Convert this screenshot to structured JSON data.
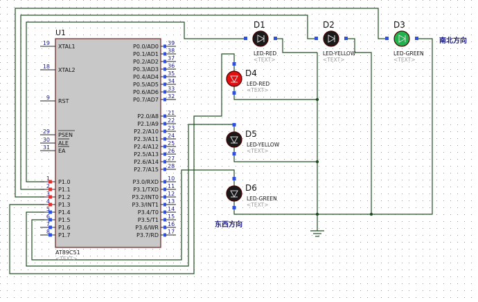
{
  "chip": {
    "ref": "U1",
    "part": "AT89C51",
    "text": "<TEXT>",
    "left_pins": [
      {
        "num": "19",
        "name": "XTAL1"
      },
      {
        "num": "18",
        "name": "XTAL2"
      },
      {
        "num": "9",
        "name": "RST"
      },
      {
        "num": "29",
        "name": "PSEN"
      },
      {
        "num": "30",
        "name": "ALE"
      },
      {
        "num": "31",
        "name": "EA"
      },
      {
        "num": "1",
        "name": "P1.0"
      },
      {
        "num": "2",
        "name": "P1.1"
      },
      {
        "num": "3",
        "name": "P1.2"
      },
      {
        "num": "4",
        "name": "P1.3"
      },
      {
        "num": "5",
        "name": "P1.4"
      },
      {
        "num": "6",
        "name": "P1.5"
      },
      {
        "num": "7",
        "name": "P1.6"
      },
      {
        "num": "8",
        "name": "P1.7"
      }
    ],
    "right_pins": [
      {
        "num": "39",
        "name": "P0.0/AD0"
      },
      {
        "num": "38",
        "name": "P0.1/AD1"
      },
      {
        "num": "37",
        "name": "P0.2/AD2"
      },
      {
        "num": "36",
        "name": "P0.3/AD3"
      },
      {
        "num": "35",
        "name": "P0.4/AD4"
      },
      {
        "num": "34",
        "name": "P0.5/AD5"
      },
      {
        "num": "33",
        "name": "P0.6/AD6"
      },
      {
        "num": "32",
        "name": "P0.7/AD7"
      },
      {
        "num": "21",
        "name": "P2.0/A8"
      },
      {
        "num": "22",
        "name": "P2.1/A9"
      },
      {
        "num": "23",
        "name": "P2.2/A10"
      },
      {
        "num": "24",
        "name": "P2.3/A11"
      },
      {
        "num": "25",
        "name": "P2.4/A12"
      },
      {
        "num": "26",
        "name": "P2.5/A13"
      },
      {
        "num": "27",
        "name": "P2.6/A14"
      },
      {
        "num": "28",
        "name": "P2.7/A15"
      },
      {
        "num": "10",
        "name": "P3.0/RXD"
      },
      {
        "num": "11",
        "name": "P3.1/TXD"
      },
      {
        "num": "12",
        "name": "P3.2/INT0"
      },
      {
        "num": "13",
        "name": "P3.3/INT1"
      },
      {
        "num": "14",
        "name": "P3.4/T0"
      },
      {
        "num": "15",
        "name": "P3.5/T1"
      },
      {
        "num": "16",
        "name": "P3.6/WR"
      },
      {
        "num": "17",
        "name": "P3.7/RD"
      }
    ]
  },
  "leds": [
    {
      "ref": "D1",
      "part": "LED-RED",
      "text": "<TEXT>",
      "color": "#1a1a1a"
    },
    {
      "ref": "D2",
      "part": "LED-YELLOW",
      "text": "<TEXT>",
      "color": "#1a1a1a"
    },
    {
      "ref": "D3",
      "part": "LED-GREEN",
      "text": "<TEXT>",
      "color": "#22b14c"
    },
    {
      "ref": "D4",
      "part": "LED-RED",
      "text": "<TEXT>",
      "color": "#e01010"
    },
    {
      "ref": "D5",
      "part": "LED-YELLOW",
      "text": "<TEXT>",
      "color": "#1a1a1a"
    },
    {
      "ref": "D6",
      "part": "LED-GREEN",
      "text": "<TEXT>",
      "color": "#1a1a1a"
    }
  ],
  "labels": {
    "north_south": "南北方向",
    "east_west": "东西方向"
  },
  "colors": {
    "wire": "#1f4d1f",
    "chip_fill": "#c8c8c8",
    "chip_border": "#6b1f1f",
    "pin_text": "#1a1a80",
    "pin_square_high": "#e03030",
    "pin_square_low": "#3050e0",
    "grid_dot": "#9a9a9a"
  }
}
